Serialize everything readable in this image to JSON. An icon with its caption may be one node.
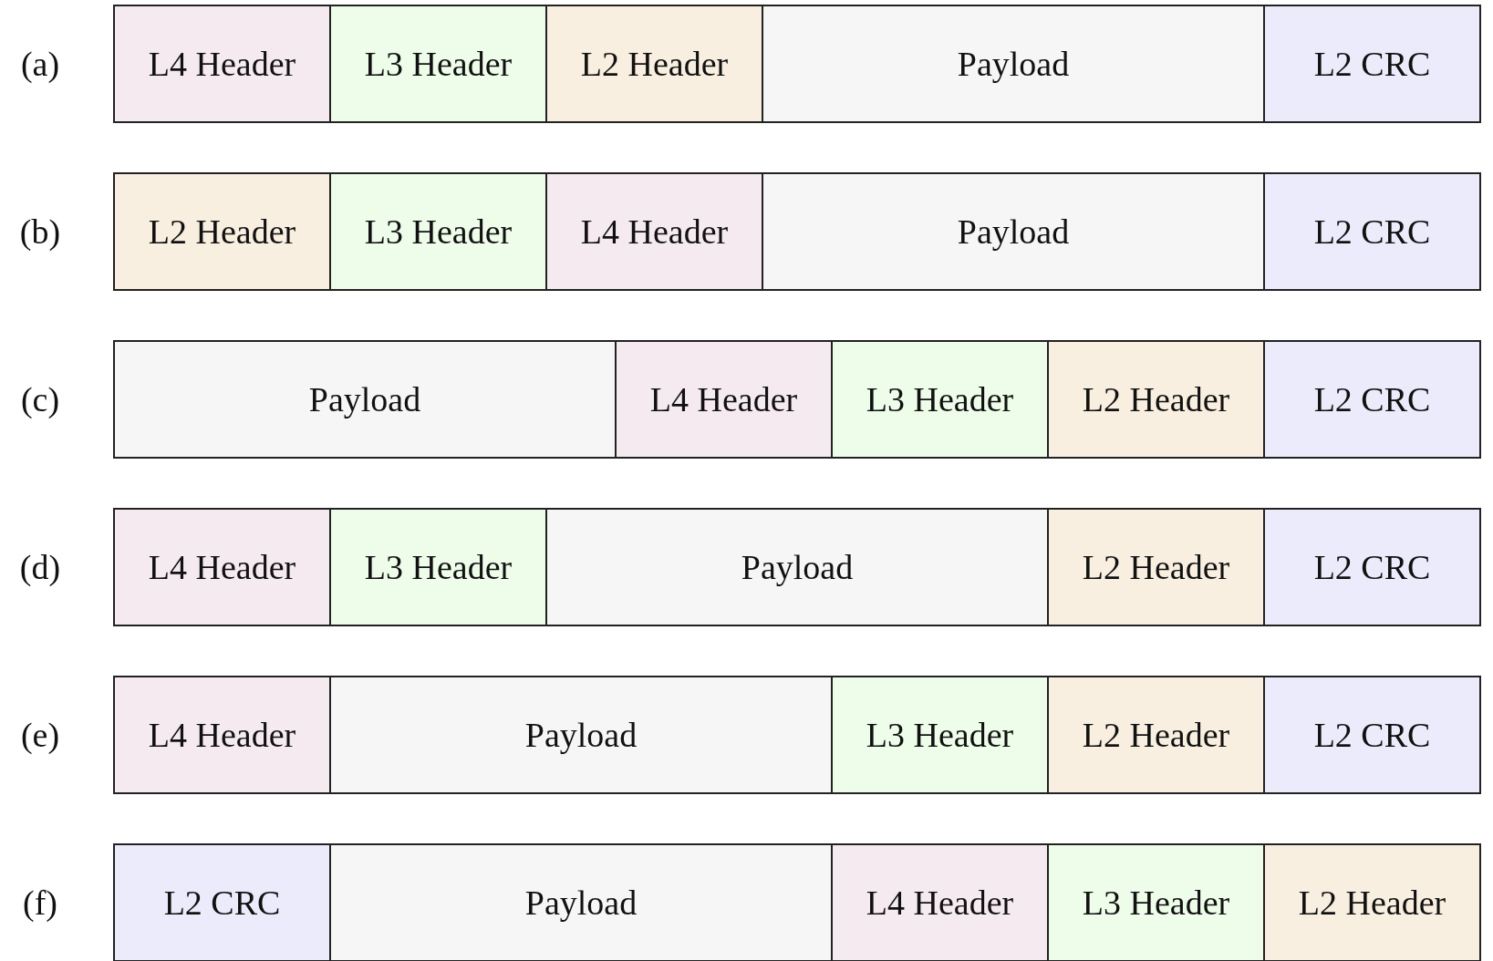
{
  "diagram": {
    "nodes": [
      {
        "text": [
          "L4 Header"
        ]
      },
      {
        "text": [
          "L3 Header"
        ]
      },
      {
        "text": [
          "L2 Header"
        ]
      },
      {
        "text": [
          "Payload"
        ]
      },
      {
        "text": [
          "L2 CRC"
        ]
      },
      {
        "text": [
          "L2 Header"
        ]
      },
      {
        "text": [
          "L3 Header"
        ]
      },
      {
        "text": [
          "L4 Header"
        ]
      },
      {
        "text": [
          "Payload"
        ]
      },
      {
        "text": [
          "L2 CRC"
        ]
      },
      {
        "text": [
          "Payload"
        ]
      },
      {
        "text": [
          "L4 Header"
        ]
      },
      {
        "text": [
          "L3 Header"
        ]
      },
      {
        "text": [
          "L2 Header"
        ]
      },
      {
        "text": [
          "L2 CRC"
        ]
      },
      {
        "text": [
          "L4 Header"
        ]
      },
      {
        "text": [
          "L3 Header"
        ]
      },
      {
        "text": [
          "Payload"
        ]
      },
      {
        "text": [
          "L2 Header"
        ]
      },
      {
        "text": [
          "L2 CRC"
        ]
      },
      {
        "text": [
          "L4 Header"
        ]
      },
      {
        "text": [
          "Payload"
        ]
      },
      {
        "text": [
          "L3 Header"
        ]
      },
      {
        "text": [
          "L2 Header"
        ]
      },
      {
        "text": [
          "L2 CRC"
        ]
      },
      {
        "text": [
          "L2 CRC"
        ]
      },
      {
        "text": [
          "Payload"
        ]
      },
      {
        "text": [
          "L4 Header"
        ]
      },
      {
        "text": [
          "L3 Header"
        ]
      },
      {
        "text": [
          "L2 Header"
        ]
      }
    ],
    "labels": [
      "(a)",
      "(b)",
      "(c)",
      "(d)",
      "(e)",
      "(f)"
    ]
  }
}
